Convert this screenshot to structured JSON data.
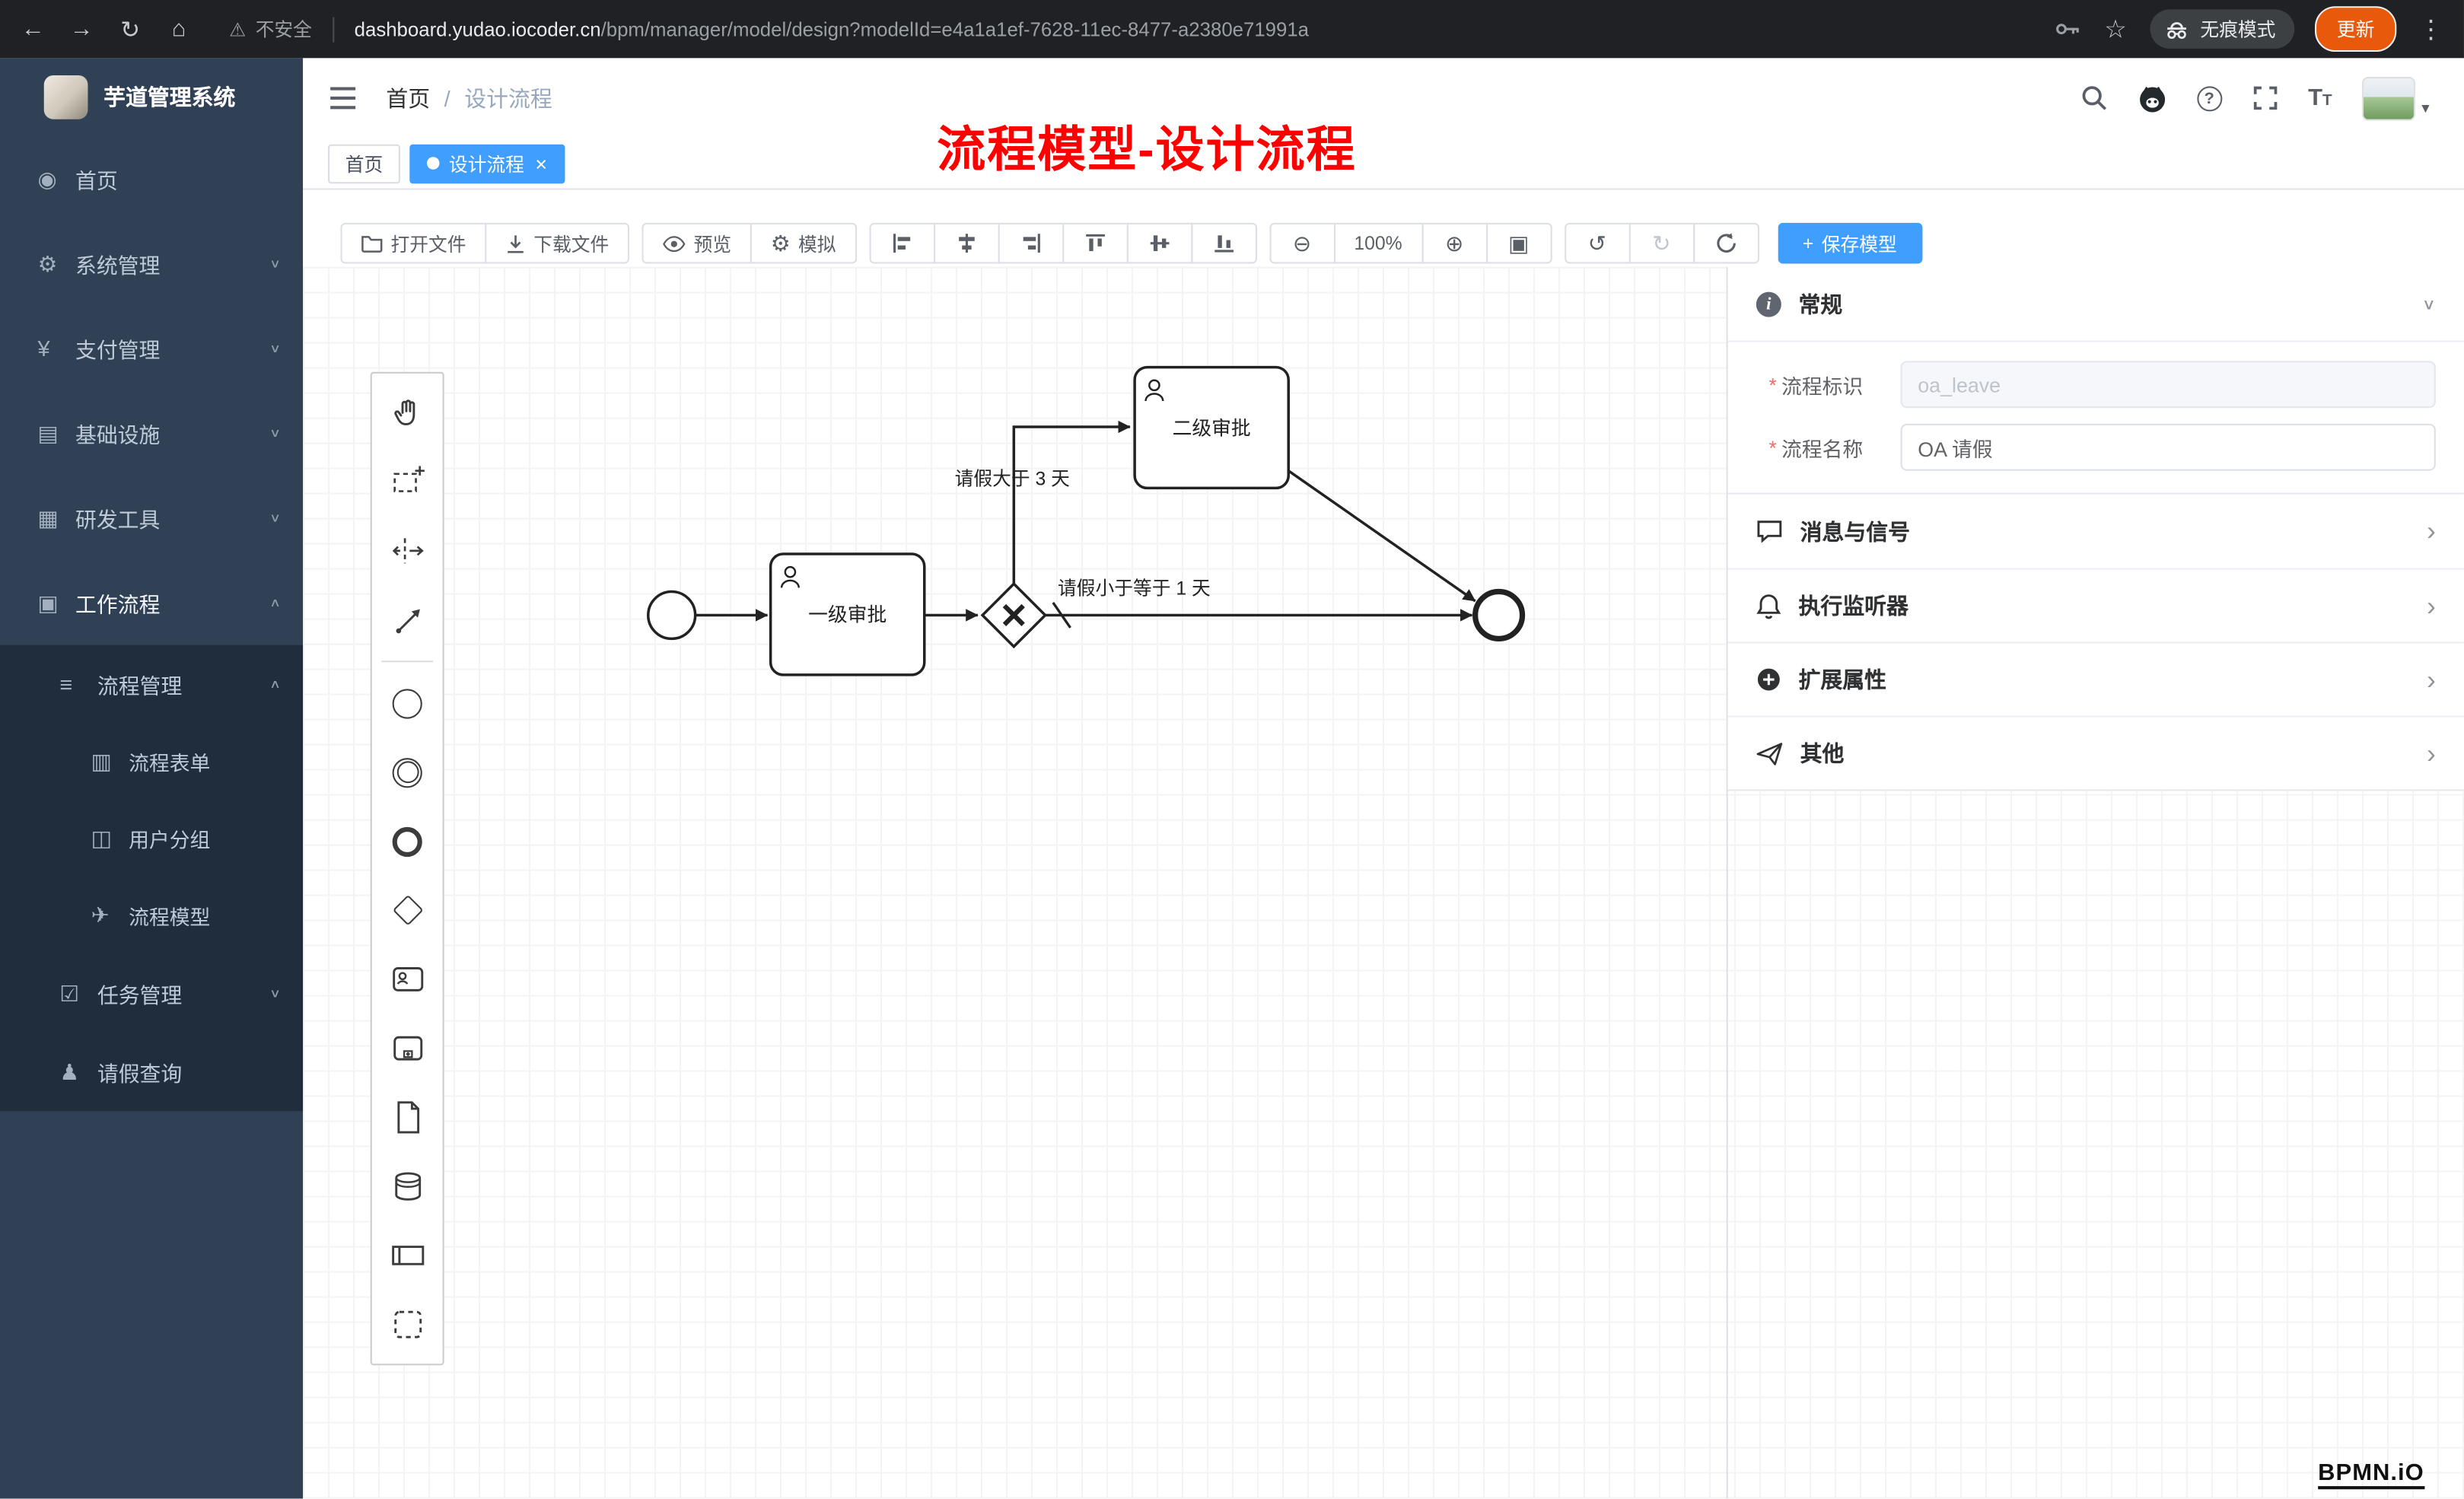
{
  "browser": {
    "security": "不安全",
    "url_host": "dashboard.yudao.iocoder.cn",
    "url_rest": "/bpm/manager/model/design?modelId=e4a1a1ef-7628-11ec-8477-a2380e71991a",
    "incognito": "无痕模式",
    "update": "更新"
  },
  "icons": {
    "back": "←",
    "forward": "→",
    "reload": "↻",
    "home": "⌂",
    "warning": "⚠",
    "star": "☆",
    "dots": "⋮",
    "gear": "⚙",
    "zoom_out": "⊖",
    "zoom_in": "⊕",
    "zoom_fit": "▣",
    "undo": "↺",
    "redo": "↻",
    "caret": "▾",
    "chev_up": "∧",
    "chev_down": "∨",
    "chev_right": "›",
    "dot": "●",
    "close": "×",
    "plus": "+",
    "star_req": "*",
    "help": "?",
    "font_big": "T",
    "font_small": "T",
    "info": "i"
  },
  "sidebar": {
    "title": "芋道管理系统",
    "menu": [
      {
        "icon": "◉",
        "label": "首页"
      },
      {
        "icon": "⚙",
        "label": "系统管理"
      },
      {
        "icon": "¥",
        "label": "支付管理"
      },
      {
        "icon": "▤",
        "label": "基础设施"
      },
      {
        "icon": "▦",
        "label": "研发工具"
      },
      {
        "icon": "▣",
        "label": "工作流程"
      }
    ],
    "process_group": {
      "icon": "≡",
      "label": "流程管理"
    },
    "process_items": [
      {
        "icon": "▥",
        "label": "流程表单"
      },
      {
        "icon": "◫",
        "label": "用户分组"
      },
      {
        "icon": "✈",
        "label": "流程模型"
      }
    ],
    "tail_items": [
      {
        "icon": "☑",
        "label": "任务管理"
      },
      {
        "icon": "♟",
        "label": "请假查询"
      }
    ]
  },
  "header": {
    "home": "首页",
    "sep": "/",
    "current": "设计流程"
  },
  "annotation": "流程模型-设计流程",
  "tabs": {
    "first": "首页",
    "second": "设计流程"
  },
  "toolbar": {
    "open": "打开文件",
    "download": "下载文件",
    "preview": "预览",
    "simulate": "模拟",
    "zoom": "100%",
    "save": "保存模型"
  },
  "diagram": {
    "task1": "一级审批",
    "task2": "二级审批",
    "cond_top": "请假大于 3 天",
    "cond_bottom": "请假小于等于 1 天"
  },
  "panel": {
    "general": "常规",
    "key_label": "流程标识",
    "key_value": "oa_leave",
    "name_label": "流程名称",
    "name_value": "OA 请假",
    "sections": [
      {
        "title": "消息与信号"
      },
      {
        "title": "执行监听器"
      },
      {
        "title": "扩展属性"
      },
      {
        "title": "其他"
      }
    ]
  },
  "watermark": "BPMN.iO"
}
